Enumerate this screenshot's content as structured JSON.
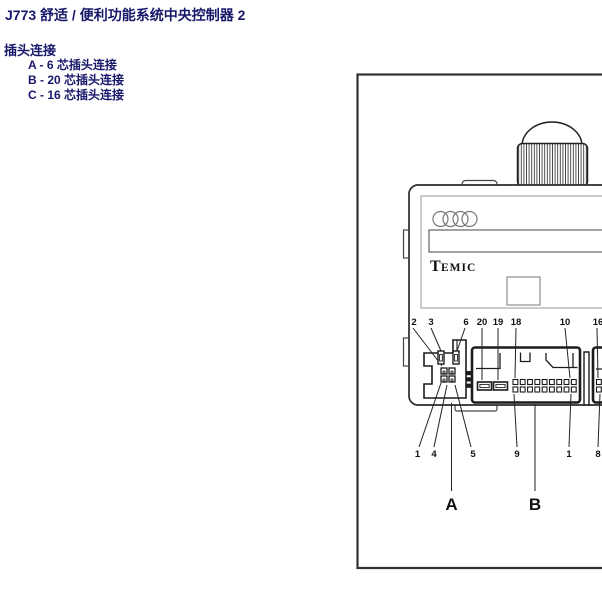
{
  "page": {
    "title": "J773 舒适 / 便利功能系统中央控制器 2"
  },
  "plug_connections": {
    "heading": "插头连接",
    "items": [
      "A - 6 芯插头连接",
      "B - 20 芯插头连接",
      "C - 16 芯插头连接"
    ]
  },
  "diagram": {
    "brand": {
      "first_letter": "T",
      "rest": "EMIC"
    },
    "connector_letters": {
      "a": "A",
      "b": "B"
    },
    "top_pin_labels": [
      "2",
      "3",
      "6",
      "20",
      "19",
      "18",
      "10",
      "16"
    ],
    "bottom_pin_labels": [
      "1",
      "4",
      "5",
      "9",
      "1",
      "8"
    ],
    "colors": {
      "heading_text": "#18186b",
      "line": "#222222"
    }
  }
}
